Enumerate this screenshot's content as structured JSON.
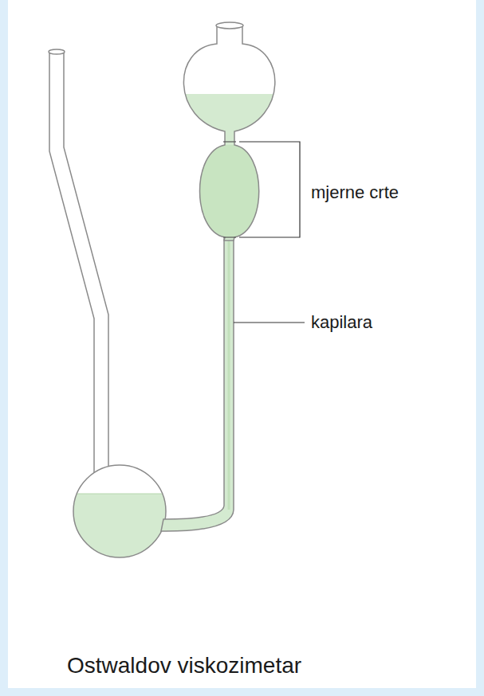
{
  "diagram": {
    "caption": "Ostwaldov viskozimetar",
    "labels": [
      "mjerne crte",
      "kapilara"
    ]
  }
}
